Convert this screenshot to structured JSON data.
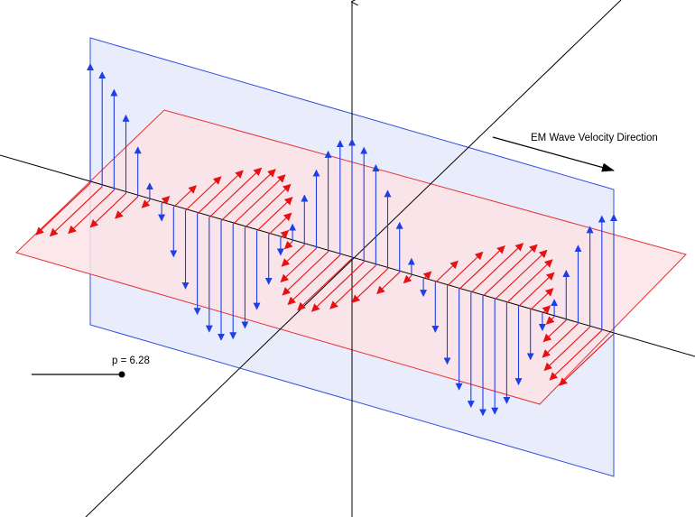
{
  "annotation": {
    "velocity_label": "EM Wave Velocity Direction"
  },
  "slider": {
    "label": "p = 6.28",
    "value": 6.28
  },
  "colors": {
    "background": "#ffffff",
    "magnetic_plane_stroke": "#2f4fe0",
    "magnetic_plane_fill": "#e8ecfb",
    "electric_plane_stroke": "#e83030",
    "electric_plane_fill": "#fbe3e6",
    "vertical_vectors": "#1f3fe6",
    "horizontal_vectors": "#e81010",
    "axes": "#000000"
  },
  "wave": {
    "periods_shown": 2,
    "vector_count": 45
  }
}
